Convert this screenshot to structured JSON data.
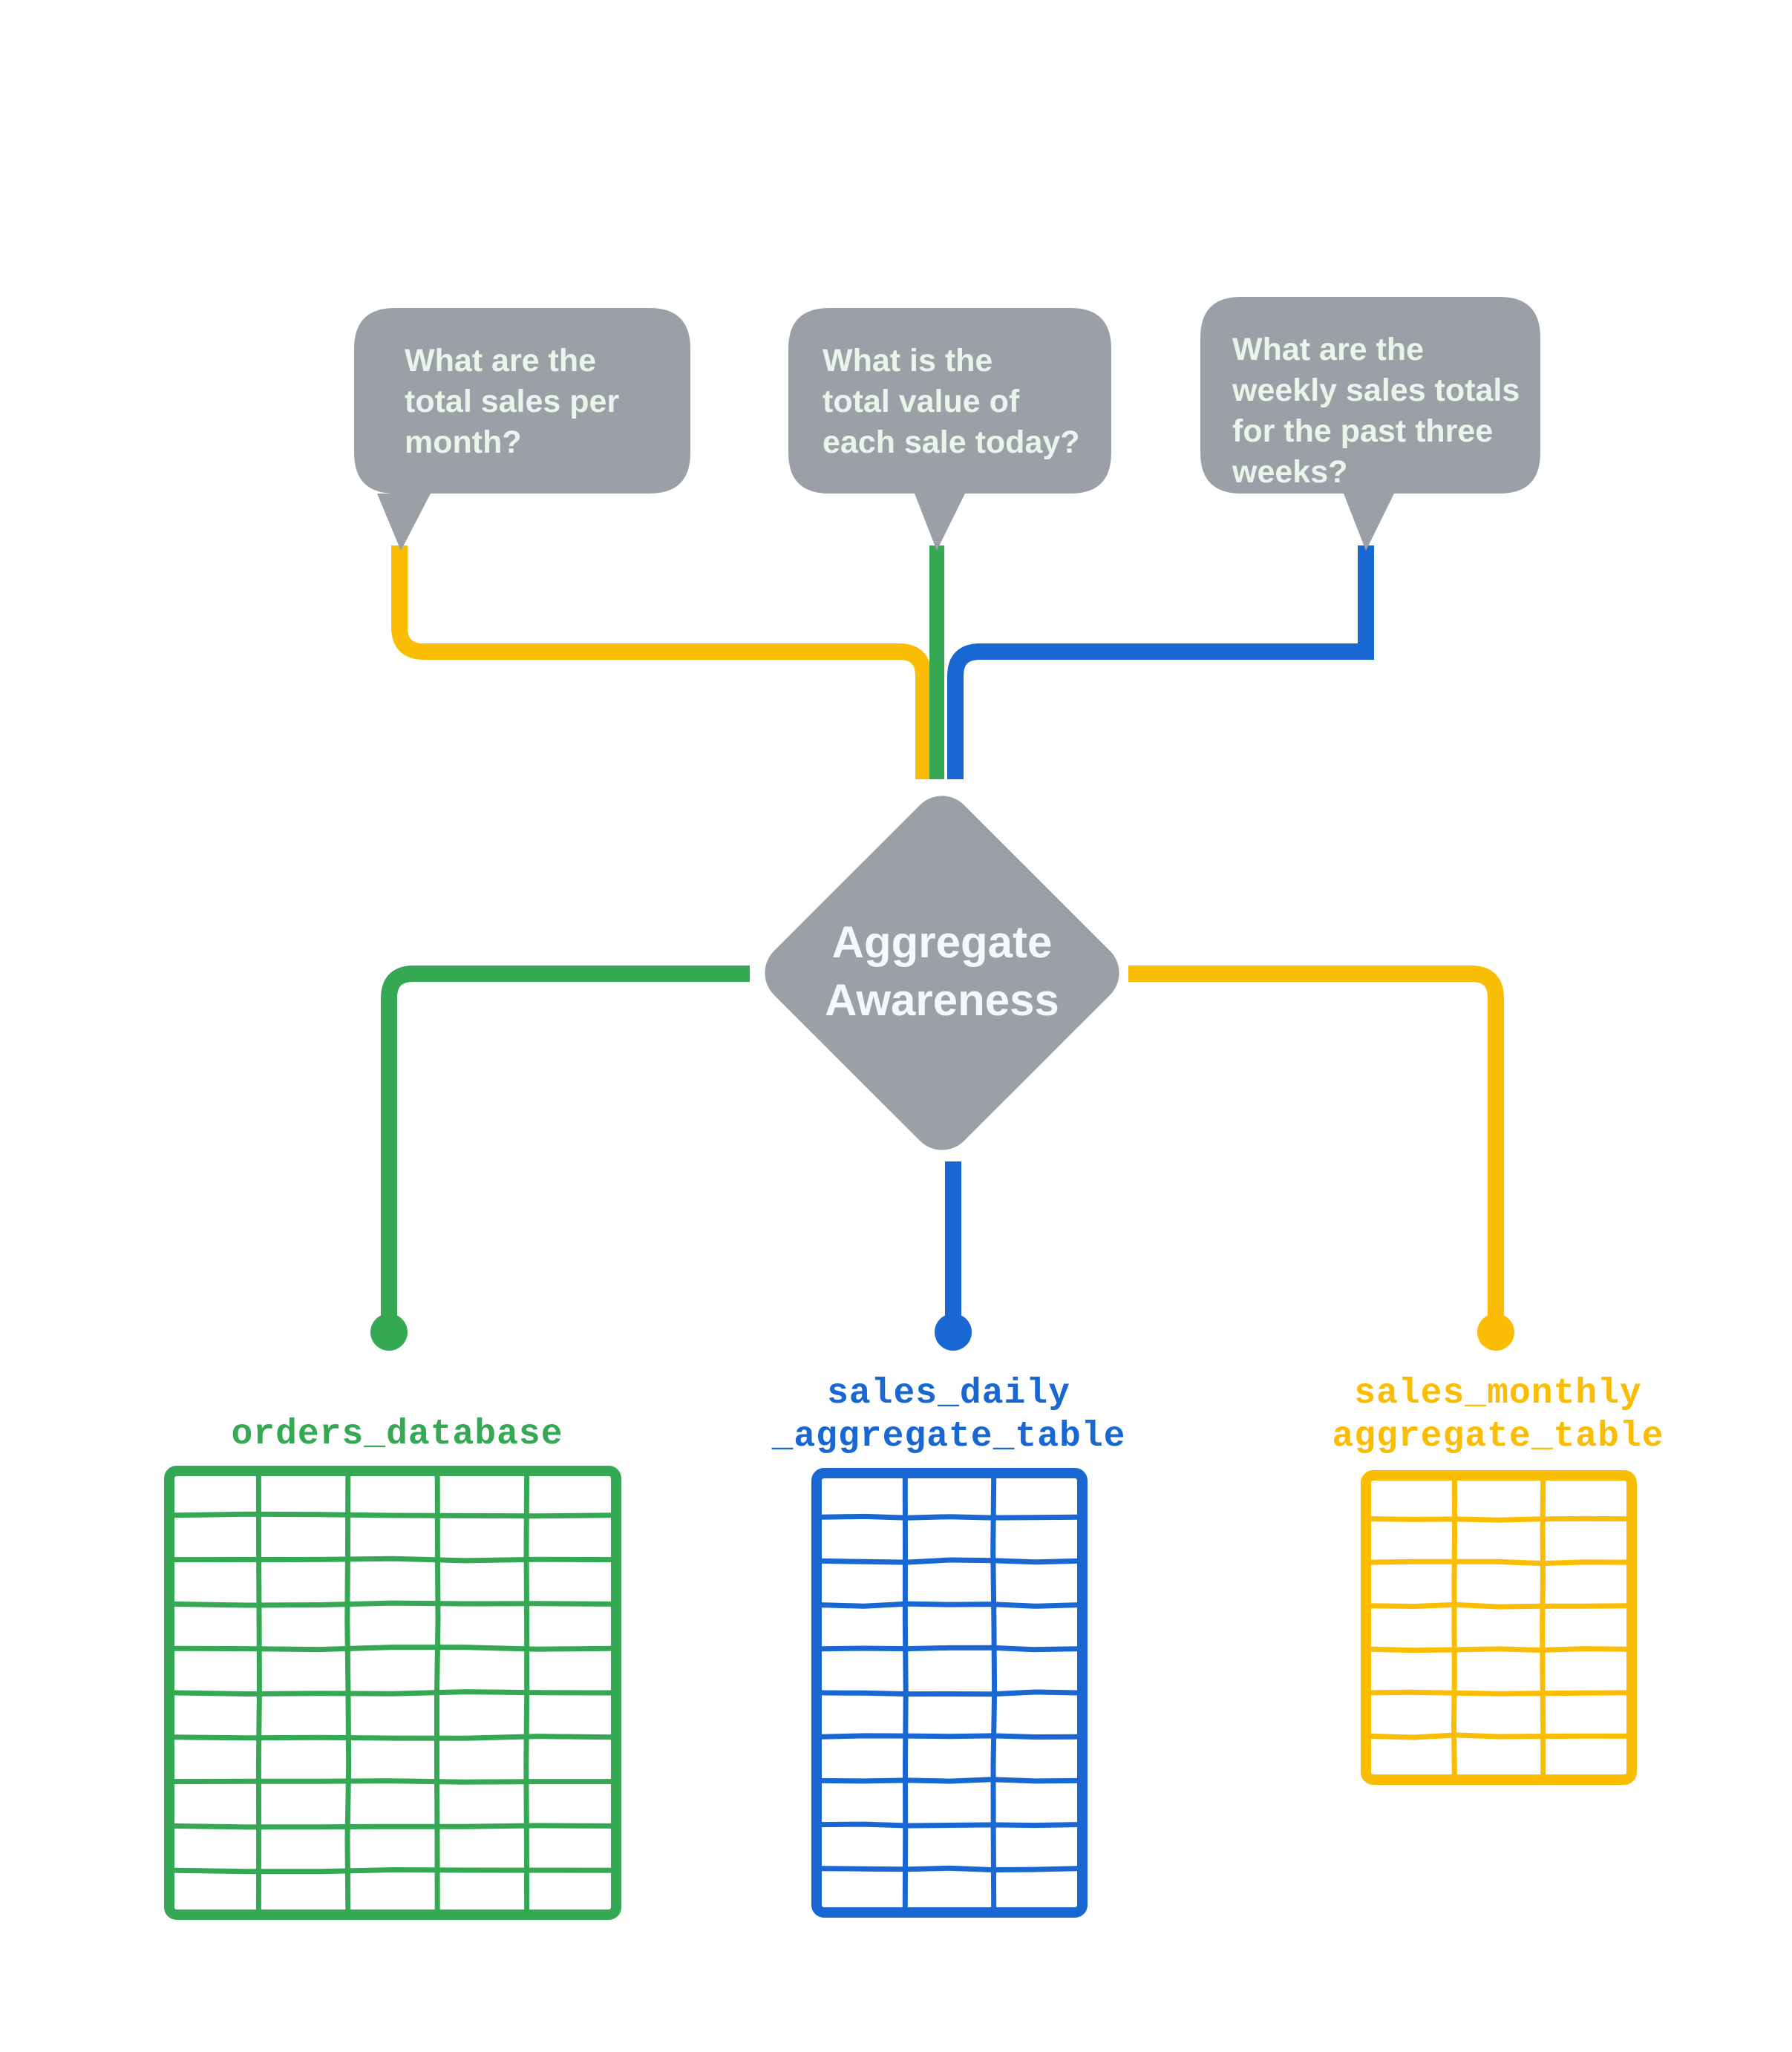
{
  "diagram": {
    "title": "Aggregate Awareness",
    "center_node": {
      "label_line1": "Aggregate",
      "label_line2": "Awareness",
      "shape": "diamond",
      "fill": "#9aa0a6",
      "text_color": "#f3f8fb"
    },
    "colors": {
      "gray": "#9aa0a6",
      "green": "#34A853",
      "blue": "#1967D2",
      "yellow": "#FBBC04",
      "background": "#ffffff",
      "bubble_text": "#e9f5ea"
    },
    "questions": [
      {
        "id": "question-monthly",
        "lines": [
          "What are the",
          "total sales per",
          "month?"
        ],
        "connector_color": "#FBBC04",
        "routes_to": "sales_monthly_aggregate_table"
      },
      {
        "id": "question-daily",
        "lines": [
          "What is the",
          "total value of",
          "each sale today?"
        ],
        "connector_color": "#34A853",
        "routes_to": "orders_database"
      },
      {
        "id": "question-weekly",
        "lines": [
          "What are the",
          "weekly sales totals",
          "for the past three",
          "weeks?"
        ],
        "connector_color": "#1967D2",
        "routes_to": "sales_daily_aggregate_table"
      }
    ],
    "tables": [
      {
        "id": "orders-database",
        "label_lines": [
          "orders_database"
        ],
        "color": "#34A853",
        "columns": 5,
        "rows": 10
      },
      {
        "id": "sales-daily-aggregate-table",
        "label_lines": [
          "sales_daily",
          "_aggregate_table"
        ],
        "color": "#1967D2",
        "columns": 3,
        "rows": 10
      },
      {
        "id": "sales-monthly-aggregate-table",
        "label_lines": [
          "sales_monthly",
          "aggregate_table"
        ],
        "color": "#FBBC04",
        "columns": 3,
        "rows": 7
      }
    ]
  }
}
